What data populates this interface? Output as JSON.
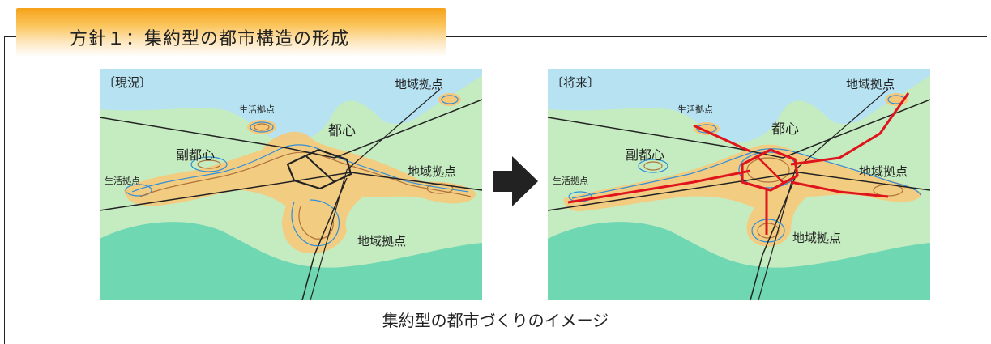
{
  "header": {
    "title": "方針１：集約型の都市構造の形成"
  },
  "maps": {
    "current": {
      "tag": "〔現況〕",
      "labels": {
        "toshin": "都心",
        "fukutoshin": "副都心",
        "chiiki_ne": "地域拠点",
        "chiiki_e": "地域拠点",
        "chiiki_s": "地域拠点",
        "seikatsu_n": "生活拠点",
        "seikatsu_w": "生活拠点"
      }
    },
    "future": {
      "tag": "〔将来〕",
      "labels": {
        "toshin": "都心",
        "fukutoshin": "副都心",
        "chiiki_ne": "地域拠点",
        "chiiki_e": "地域拠点",
        "chiiki_s": "地域拠点",
        "seikatsu_n": "生活拠点",
        "seikatsu_w": "生活拠点"
      }
    }
  },
  "arrow_icon": "right-arrow",
  "caption": "集約型の都市づくりのイメージ",
  "colors": {
    "land": "#c5ecc0",
    "water": "#b6e2f2",
    "sea": "#6fd7b2",
    "urban": "#f6c97a",
    "contour_blue": "#2f8fd8",
    "contour_brown": "#b0723a",
    "axis_red": "#e0141c",
    "header_orange": "#f6a21a"
  }
}
